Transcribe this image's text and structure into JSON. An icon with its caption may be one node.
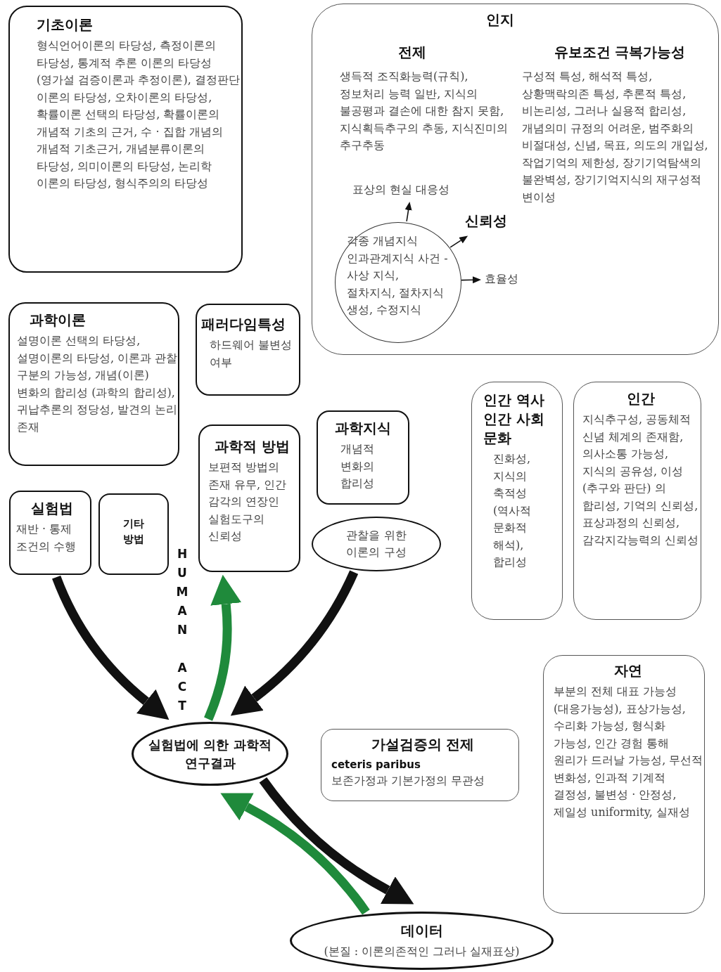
{
  "diagram": {
    "nodes": [
      {
        "text": [
          "기초이론",
          "형식언어이론의 타당성, 측정이론의 타당성, 통계적 추론 이론의 타당성 (영가설 검증이론과 추정이론), 결정판단 이론의 타당성, 오차이론의 타당성, 확률이론 선택의 타당성, 확률이론의 개념적 기초의 근거, 수 · 집합 개념의 개념적 기초근거, 개념분류이론의 타당성, 의미이론의 타당성, 논리학 이론의 타당성, 형식주의의 타당성"
        ]
      },
      {
        "text": [
          "인지",
          "전제",
          "생득적 조직화능력(규칙), 정보처리 능력 일반, 지식의 불공평과 결손에 대한 참지 못함, 지식획득추구의 추동, 지식진미의 추구추동",
          "유보조건 극복가능성",
          "구성적 특성, 해석적 특성, 상황맥락의존 특성, 추론적 특성, 비논리성, 그러나 실용적 합리성, 개념의미 규정의 어려운, 범주화의 비절대성, 신념, 목표, 의도의 개입성, 작업기억의 제한성, 장기기억탐색의 불완벽성, 장기기억지식의 재구성적 변이성"
        ]
      },
      {
        "text": [
          "각종 개념지식 인과관계지식 사건 - 사상 지식, 절차지식, 절차지식 생성, 수정지식"
        ],
        "in": 1
      },
      {
        "text": [
          "표상의 현실 대응성"
        ],
        "in": 1
      },
      {
        "text": [
          "신뢰성"
        ],
        "in": 1
      },
      {
        "text": [
          "효율성"
        ],
        "in": 1
      },
      {
        "text": [
          "과학이론",
          "설명이론 선택의 타당성, 설명이론의 타당성, 이론과 관찰 구분의 가능성, 개념(이론)변화의 합리성 (과학의 합리성), 귀납추론의 정당성, 발견의 논리 존재"
        ]
      },
      {
        "text": [
          "패러다임특성",
          "하드웨어 불변성 여부"
        ]
      },
      {
        "text": [
          "과학지식",
          "개념적 변화의 합리성"
        ]
      },
      {
        "text": [
          "과학적 방법",
          "보편적 방법의 존재 유무, 인간 감각의 연장인 실험도구의 신뢰성"
        ]
      },
      {
        "text": [
          "실험법",
          "재반 · 통제 조건의 수행"
        ]
      },
      {
        "text": [
          "기타 방법"
        ]
      },
      {
        "text": [
          "관찰을 위한 이론의 구성"
        ]
      },
      {
        "text": [
          "인간 역사 인간 사회 문화",
          "진화성, 지식의 축적성 (역사적 문화적 해석), 합리성"
        ]
      },
      {
        "text": [
          "인간",
          "지식추구성, 공동체적 신념 체계의 존재함, 의사소통 가능성, 지식의 공유성, 이성(추구와 판단) 의 합리성, 기억의 신뢰성, 표상과정의 신뢰성, 감각지각능력의 신뢰성"
        ]
      },
      {
        "text": [
          "실험법에 의한 과학적 연구결과"
        ]
      },
      {
        "text": [
          "가설검증의 전제",
          "ceteris paribus",
          "보존가정과 기본가정의 무관성"
        ]
      },
      {
        "text": [
          "자연",
          "부분의 전체 대표 가능성 (대응가능성), 표상가능성, 수리화 가능성, 형식화 가능성, 인간 경험 통해 원리가 드러날 가능성, 무선적 변화성, 인과적 기계적 결정성, 불변성 · 안정성, 제일성 uniformity, 실재성"
        ]
      },
      {
        "text": [
          "데이터",
          "(본질 : 이론의존적인 그러나 실재표상)"
        ]
      }
    ],
    "edges": [
      {
        "from": 2,
        "to": 3,
        "arrow": "to"
      },
      {
        "from": 2,
        "to": 4,
        "arrow": "to"
      },
      {
        "from": 2,
        "to": 5,
        "arrow": "to"
      },
      {
        "from": 10,
        "to": 15,
        "arrow": "to"
      },
      {
        "from": 12,
        "to": 15,
        "arrow": "to"
      },
      {
        "from": 15,
        "to": 9,
        "arrow": "to",
        "color": "#1f8a3b"
      },
      {
        "from": 15,
        "to": 18,
        "arrow": "to"
      },
      {
        "from": 18,
        "to": 15,
        "arrow": "to",
        "color": "#1f8a3b"
      }
    ],
    "labels": [
      "HUMAN ACT"
    ]
  }
}
